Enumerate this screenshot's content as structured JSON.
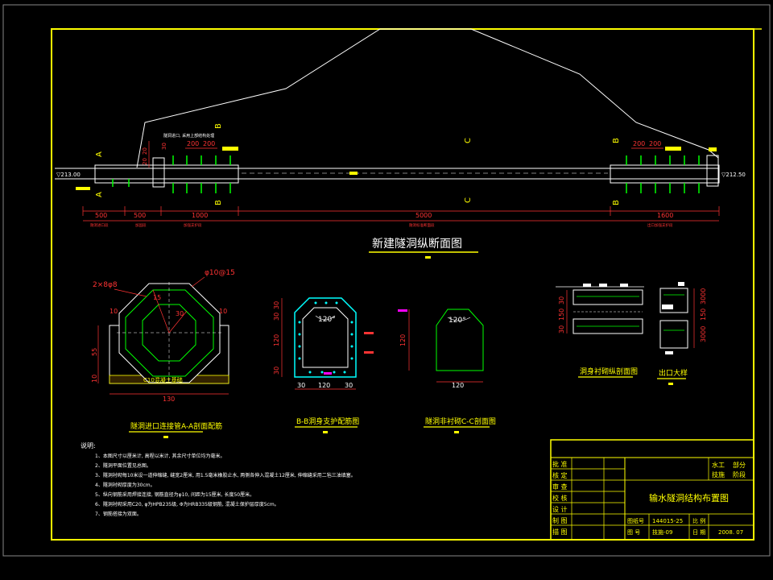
{
  "colors": {
    "background": "#000000",
    "frame": "#ffff00",
    "line": "#ffffff",
    "dim": "#ff3333",
    "rebar": "#00ff00",
    "lining": "#00ffff",
    "tag": "#ff00ff"
  },
  "profile": {
    "title": "新建隧洞纵断面图",
    "left_elev": "▽213.00",
    "right_elev": "▽212.50",
    "top_note": "隧洞进口, 采用上部结构处理",
    "dims": [
      "500",
      "500",
      "1000",
      "5000",
      "1600"
    ],
    "small_dims_left": [
      "200",
      "200"
    ],
    "small_dims_right": [
      "200",
      "200"
    ],
    "vert_dims": [
      "20",
      "20",
      "30"
    ],
    "seg_notes": [
      "隧洞进口段",
      "加固段",
      "加强支护段",
      "隧洞标准断面段",
      "出口加强支护段"
    ],
    "sec_a": "A",
    "sec_b": "B",
    "sec_c": "C"
  },
  "sec_aa": {
    "title": "隧洞进口连接管A-A剖面配筋",
    "label_holes": "2×8φ8",
    "label_rebar": "φ10@15",
    "dim_bottom": "130",
    "dim_left_top": "10",
    "dim_right_top": "10",
    "dim_side_a": "55",
    "dim_side_b": "10",
    "inner_dim_a": "15",
    "inner_dim_b": "30",
    "foundation": "C10混凝土基础"
  },
  "sec_bb": {
    "title": "B-B洞身支护配筋图",
    "angle": "120°",
    "left_dims": [
      "30",
      "30",
      "120",
      "30"
    ],
    "bottom_dims": [
      "30",
      "120",
      "30"
    ]
  },
  "sec_cc": {
    "title": "隧洞非衬砌C-C剖面图",
    "angle": "120°",
    "left_dim": "120",
    "bottom_dim": "120"
  },
  "detail": {
    "title_left": "洞身衬砌纵剖面图",
    "title_right": "出口大样",
    "left_dims": [
      "30",
      "150",
      "30"
    ],
    "right_dims": [
      "3000",
      "150",
      "3000"
    ]
  },
  "notes": {
    "heading": "说明:",
    "items": [
      "1、本图尺寸以厘米计, 高程以米计, 其余尺寸单位均为毫米。",
      "2、隧洞平面位置见总图。",
      "3、隧洞衬砌每10米设一道伸缩缝, 缝宽2厘米, 用1.5毫米橡胶止水, 两侧各伸入混凝土12厘米, 伸缩缝采用二毡三油填塞。",
      "4、隧洞衬砌厚度为30cm。",
      "5、纵向钢筋采用焊接连接, 钢筋直径为φ10, 间距为15厘米, 长度50厘米。",
      "6、隧洞衬砌采用C20, φ为HPB235级, Φ为HRB335级钢筋, 混凝土保护层厚度5cm。",
      "7、钢筋搭接为双面。"
    ]
  },
  "title_block": {
    "rows": [
      "批 准",
      "核 定",
      "审 查",
      "校 核",
      "设 计",
      "制 图",
      "描 图"
    ],
    "dept_a": "水工",
    "dept_a2": "部分",
    "dept_b": "技施",
    "dept_b2": "阶段",
    "main_title": "输水隧洞结构布置图",
    "field_no": "图纸号",
    "value_no": "144015-25",
    "field_drawing": "图 号",
    "value_drawing": "技施-09",
    "field_scale": "比 例",
    "field_date": "日 期",
    "value_date": "2008. 07"
  }
}
